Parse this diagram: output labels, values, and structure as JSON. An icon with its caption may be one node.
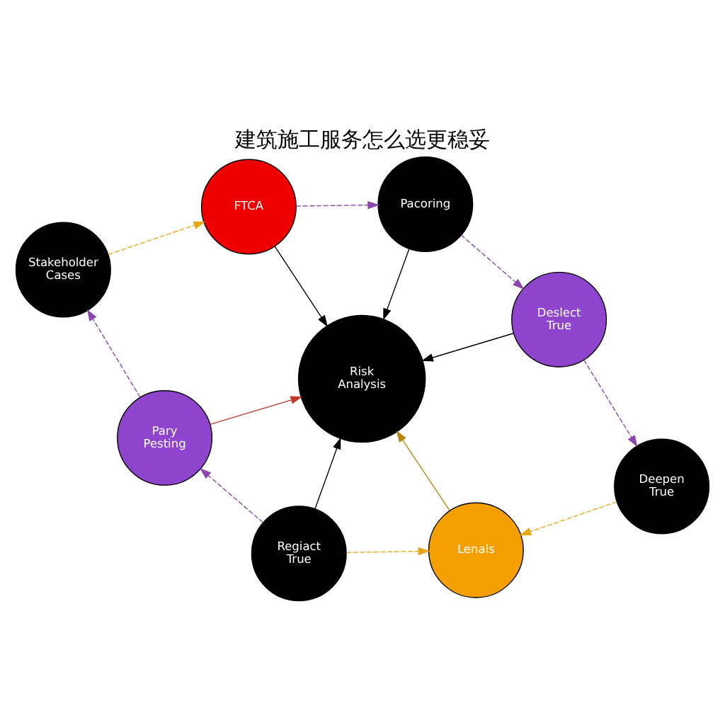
{
  "diagram": {
    "title": "建筑施工服务怎么选更稳妥",
    "nodes": [
      {
        "text": [
          "Pacoring"
        ]
      },
      {
        "text": [
          "FTCA"
        ]
      },
      {
        "text": [
          "Deslect True"
        ]
      },
      {
        "text": [
          "Stakeholder Cases"
        ]
      },
      {
        "text": [
          "Risk Analysis"
        ]
      },
      {
        "text": [
          "Deepen True"
        ]
      },
      {
        "text": [
          "Pary Pesting"
        ]
      },
      {
        "text": [
          "Lenals"
        ]
      },
      {
        "text": [
          "Regiact True"
        ]
      }
    ],
    "edges": [
      {
        "from": 0,
        "to": 4,
        "arrow": "to",
        "color": "#000000"
      },
      {
        "from": 1,
        "to": 4,
        "arrow": "to",
        "color": "#000000"
      },
      {
        "from": 2,
        "to": 4,
        "arrow": "to",
        "color": "#000000"
      },
      {
        "from": 6,
        "to": 4,
        "arrow": "to",
        "color": "#c0392b"
      },
      {
        "from": 8,
        "to": 4,
        "arrow": "to",
        "color": "#000000"
      },
      {
        "from": 7,
        "to": 4,
        "arrow": "to",
        "color": "#b8860b"
      },
      {
        "from": 1,
        "to": 0,
        "arrow": "to",
        "style": "dashed",
        "color": "#8e44ad"
      },
      {
        "from": 0,
        "to": 2,
        "arrow": "to",
        "style": "dashed",
        "color": "#8e44ad"
      },
      {
        "from": 2,
        "to": 5,
        "arrow": "to",
        "style": "dashed",
        "color": "#8e44ad"
      },
      {
        "from": 5,
        "to": 7,
        "arrow": "to",
        "style": "dashed",
        "color": "#e6a817"
      },
      {
        "from": 8,
        "to": 7,
        "arrow": "to",
        "style": "dashed",
        "color": "#e6a817"
      },
      {
        "from": 8,
        "to": 6,
        "arrow": "to",
        "style": "dashed",
        "color": "#8e44ad"
      },
      {
        "from": 6,
        "to": 3,
        "arrow": "to",
        "style": "dashed",
        "color": "#8e44ad"
      },
      {
        "from": 3,
        "to": 1,
        "arrow": "to",
        "style": "dashed",
        "color": "#e6a817"
      }
    ]
  }
}
